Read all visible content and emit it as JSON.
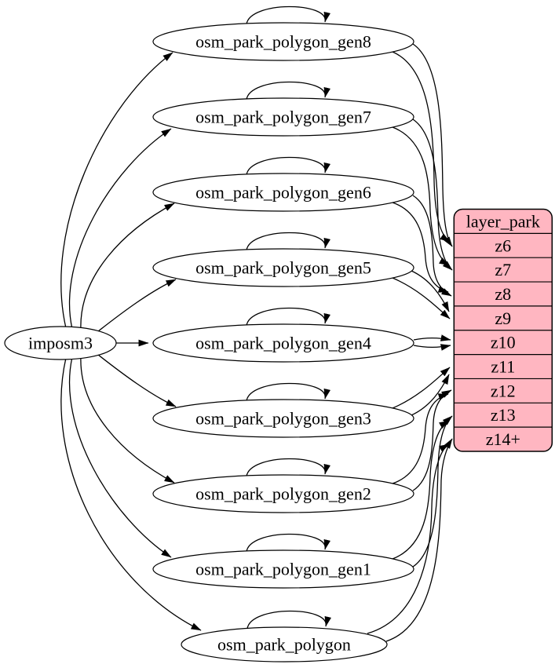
{
  "source": {
    "label": "imposm3"
  },
  "tables": [
    {
      "label": "osm_park_polygon_gen8",
      "maps_to": "z6"
    },
    {
      "label": "osm_park_polygon_gen7",
      "maps_to": "z7"
    },
    {
      "label": "osm_park_polygon_gen6",
      "maps_to": "z8"
    },
    {
      "label": "osm_park_polygon_gen5",
      "maps_to": "z9"
    },
    {
      "label": "osm_park_polygon_gen4",
      "maps_to": "z10"
    },
    {
      "label": "osm_park_polygon_gen3",
      "maps_to": "z11"
    },
    {
      "label": "osm_park_polygon_gen2",
      "maps_to": "z12"
    },
    {
      "label": "osm_park_polygon_gen1",
      "maps_to": "z13"
    },
    {
      "label": "osm_park_polygon",
      "maps_to": "z14+"
    }
  ],
  "layer": {
    "title": "layer_park",
    "rows": [
      "z6",
      "z7",
      "z8",
      "z9",
      "z10",
      "z11",
      "z12",
      "z13",
      "z14+"
    ]
  },
  "edges": {
    "from_source_to": [
      "osm_park_polygon_gen8",
      "osm_park_polygon_gen7",
      "osm_park_polygon_gen6",
      "osm_park_polygon_gen5",
      "osm_park_polygon_gen4",
      "osm_park_polygon_gen3",
      "osm_park_polygon_gen2",
      "osm_park_polygon_gen1",
      "osm_park_polygon"
    ],
    "self_loops_on": [
      "osm_park_polygon_gen8",
      "osm_park_polygon_gen7",
      "osm_park_polygon_gen6",
      "osm_park_polygon_gen5",
      "osm_park_polygon_gen4",
      "osm_park_polygon_gen3",
      "osm_park_polygon_gen2",
      "osm_park_polygon_gen1",
      "osm_park_polygon"
    ],
    "to_layer_rows": [
      {
        "table": "osm_park_polygon_gen8",
        "row": "z6",
        "arrow_count": 2
      },
      {
        "table": "osm_park_polygon_gen7",
        "row": "z7",
        "arrow_count": 2
      },
      {
        "table": "osm_park_polygon_gen6",
        "row": "z8",
        "arrow_count": 2
      },
      {
        "table": "osm_park_polygon_gen5",
        "row": "z9",
        "arrow_count": 2
      },
      {
        "table": "osm_park_polygon_gen4",
        "row": "z10",
        "arrow_count": 2
      },
      {
        "table": "osm_park_polygon_gen3",
        "row": "z11",
        "arrow_count": 2
      },
      {
        "table": "osm_park_polygon_gen2",
        "row": "z12",
        "arrow_count": 2
      },
      {
        "table": "osm_park_polygon_gen1",
        "row": "z13",
        "arrow_count": 2
      },
      {
        "table": "osm_park_polygon",
        "row": "z14+",
        "arrow_count": 2
      }
    ]
  },
  "colors": {
    "layer_fill": "#FFB6C1",
    "node_fill": "#FFFFFF",
    "edge_stroke": "#000000",
    "background": "#FFFFFF"
  }
}
